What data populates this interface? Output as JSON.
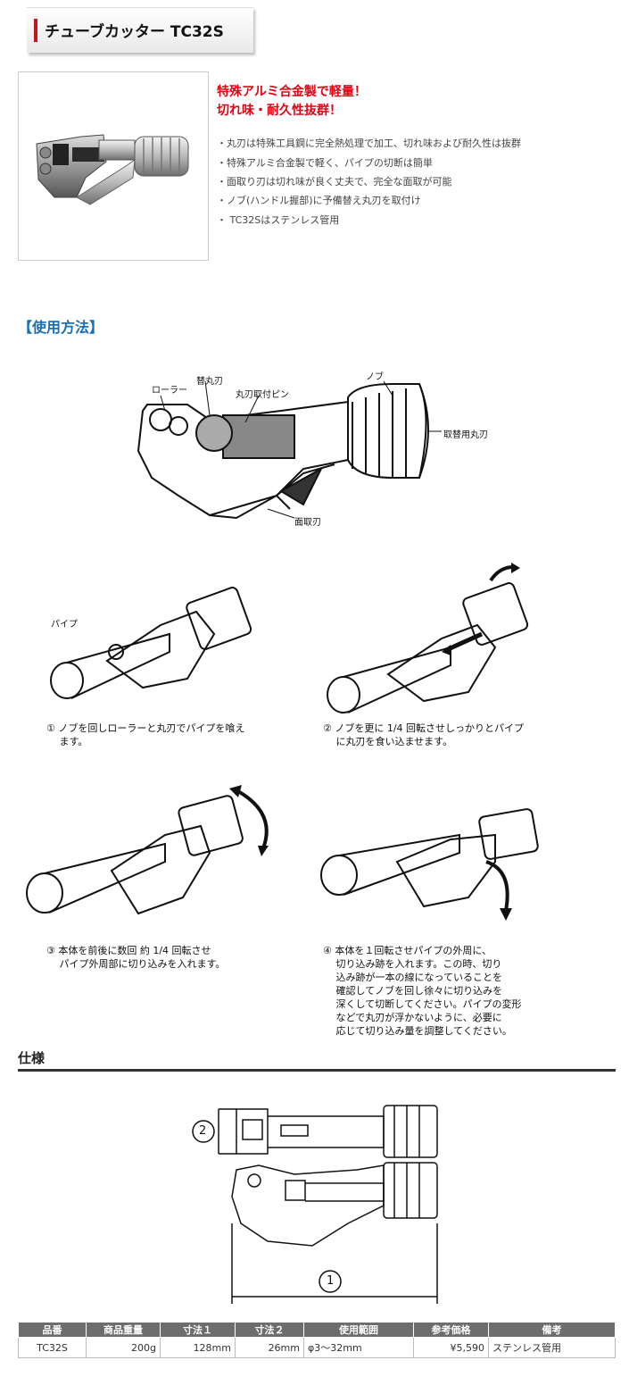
{
  "header": {
    "title": "チューブカッター TC32S"
  },
  "catch_lines": [
    "特殊アルミ合金製で軽量！",
    "切れ味・耐久性抜群！"
  ],
  "features": [
    "・丸刃は特殊工具鋼に完全熱処理で加工、切れ味および耐久性は抜群",
    "・特殊アルミ合金製で軽く、パイプの切断は簡単",
    "・面取り刃は切れ味が良く丈夫で、完全な面取が可能",
    "・ノブ(ハンドル握部)に予備替え丸刃を取付け",
    "・ TC32Sはステンレス管用"
  ],
  "howto_title": "【使用方法】",
  "diagram_labels": {
    "roller": "ローラー",
    "blade": "替丸刃",
    "pin": "丸刃取付ピン",
    "knob": "ノブ",
    "spare": "取替用丸刃",
    "chamfer": "面取刃",
    "pipe": "パイプ"
  },
  "steps": [
    {
      "text": "① ノブを回しローラーと丸刃でパイプを喰え\n　 ます。"
    },
    {
      "text": "② ノブを更に 1/4 回転させしっかりとパイプ\n　 に丸刃を食い込ませます。"
    },
    {
      "text": "③ 本体を前後に数回 約 1/4 回転させ\n　 パイプ外周部に切り込みを入れます。"
    },
    {
      "text": "④ 本体を１回転させパイプの外周に、\n　 切り込み跡を入れます。この時、切り\n　 込み跡が一本の線になっていることを\n　 確認してノブを回し徐々に切り込みを\n　 深くして切断してください。パイプの変形\n　 などで丸刃が浮かないように、必要に\n　 応じて切り込み量を調整してください。"
    }
  ],
  "spec_title": "仕様",
  "dim_labels": {
    "d1": "1",
    "d2": "2"
  },
  "table": {
    "headers": [
      "品番",
      "商品重量",
      "寸法１",
      "寸法２",
      "使用範囲",
      "参考価格",
      "備考"
    ],
    "row": [
      "TC32S",
      "200g",
      "128mm",
      "26mm",
      "φ3～32mm",
      "¥5,590",
      "ステンレス管用"
    ]
  }
}
